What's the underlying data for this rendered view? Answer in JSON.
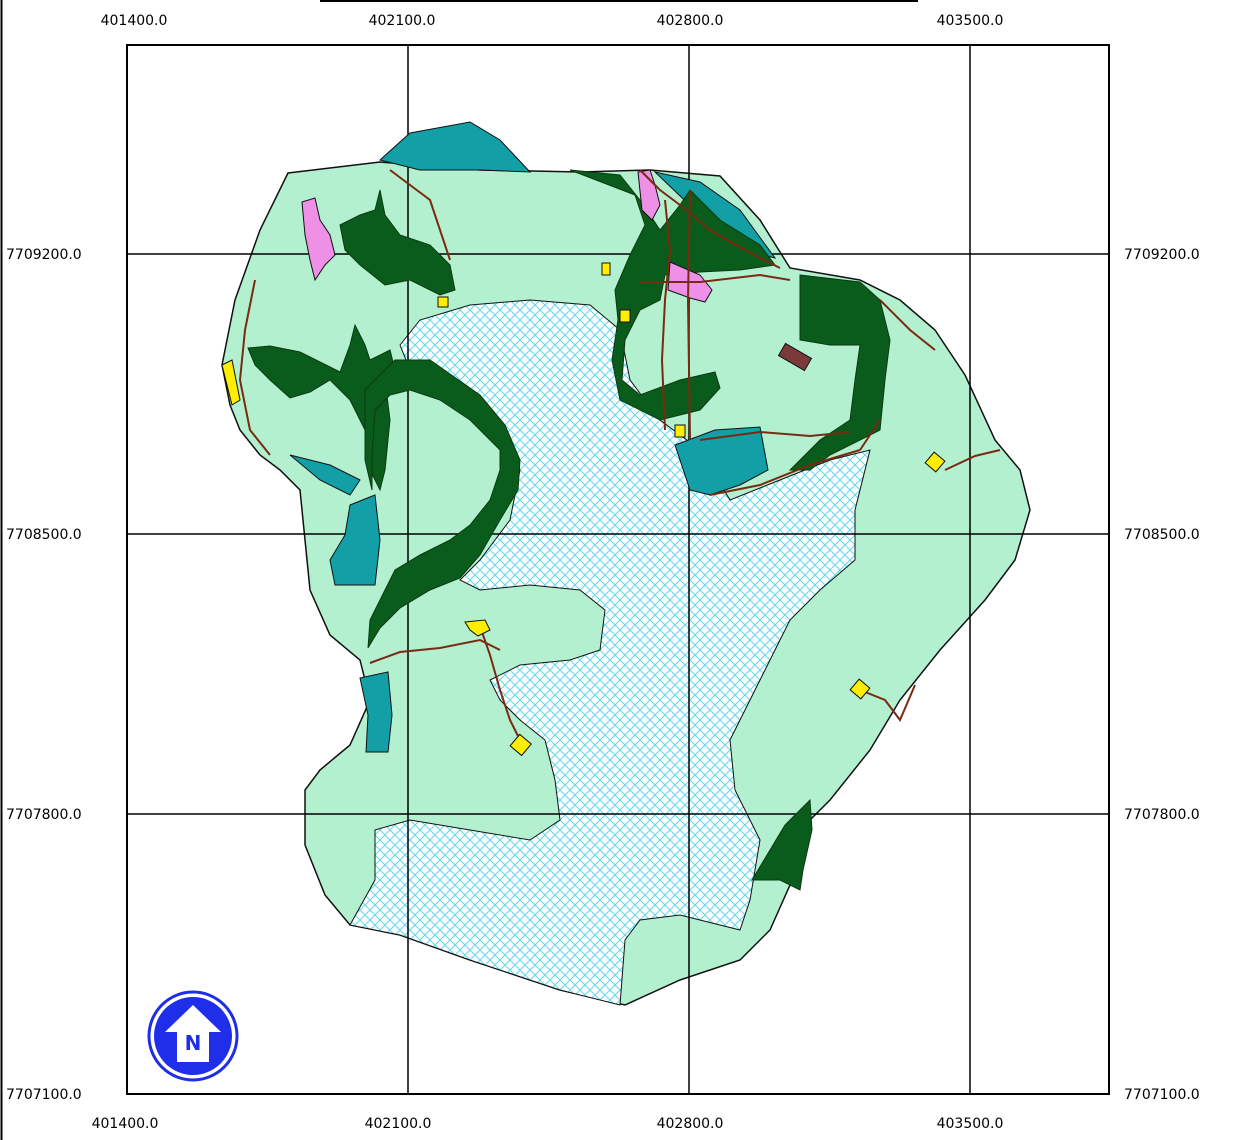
{
  "grid": {
    "x_labels": [
      "401400.0",
      "402100.0",
      "402800.0",
      "403500.0"
    ],
    "y_labels": [
      "7709200.0",
      "7708500.0",
      "7707800.0",
      "7707100.0"
    ]
  },
  "north_arrow": {
    "letter": "N"
  },
  "colors": {
    "pasture": "#b3f0d0",
    "forest": "#0a5c1c",
    "teal_patch": "#12a0a6",
    "pink_patch": "#ee90e6",
    "yellow_marker": "#ffee00",
    "brown_patch": "#7a3a3a",
    "water_hatch": "#5fd8ee",
    "road": "#7a2a10",
    "north_arrow": "#1f2ee8"
  },
  "icons": [
    "north-arrow-icon"
  ]
}
